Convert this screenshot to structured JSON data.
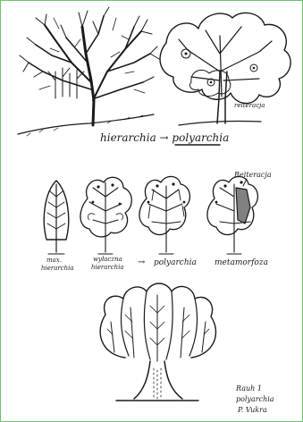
{
  "frame": {
    "border_color": "#6dc36d",
    "background": "#ffffff",
    "ink": "#1a1a1a"
  },
  "top": {
    "reiteration_label": "reiteracja",
    "caption": "hierarchia → polyarchia"
  },
  "middle": {
    "reiteration_label": "Reiteracja",
    "labels": {
      "max_hierarchy": [
        "max.",
        "hierarchia"
      ],
      "residual_hierarchy": [
        "wyłaczna",
        "hierarchia"
      ],
      "arrow": "→",
      "polyarchy": "polyarchia",
      "metamorphosis": "metamorfoza"
    }
  },
  "bottom": {
    "note": [
      "Rauh 1",
      "polyarchia",
      "P. Vukra"
    ]
  },
  "icons": [
    "tree-sketch-icon",
    "arrow-right-icon"
  ]
}
